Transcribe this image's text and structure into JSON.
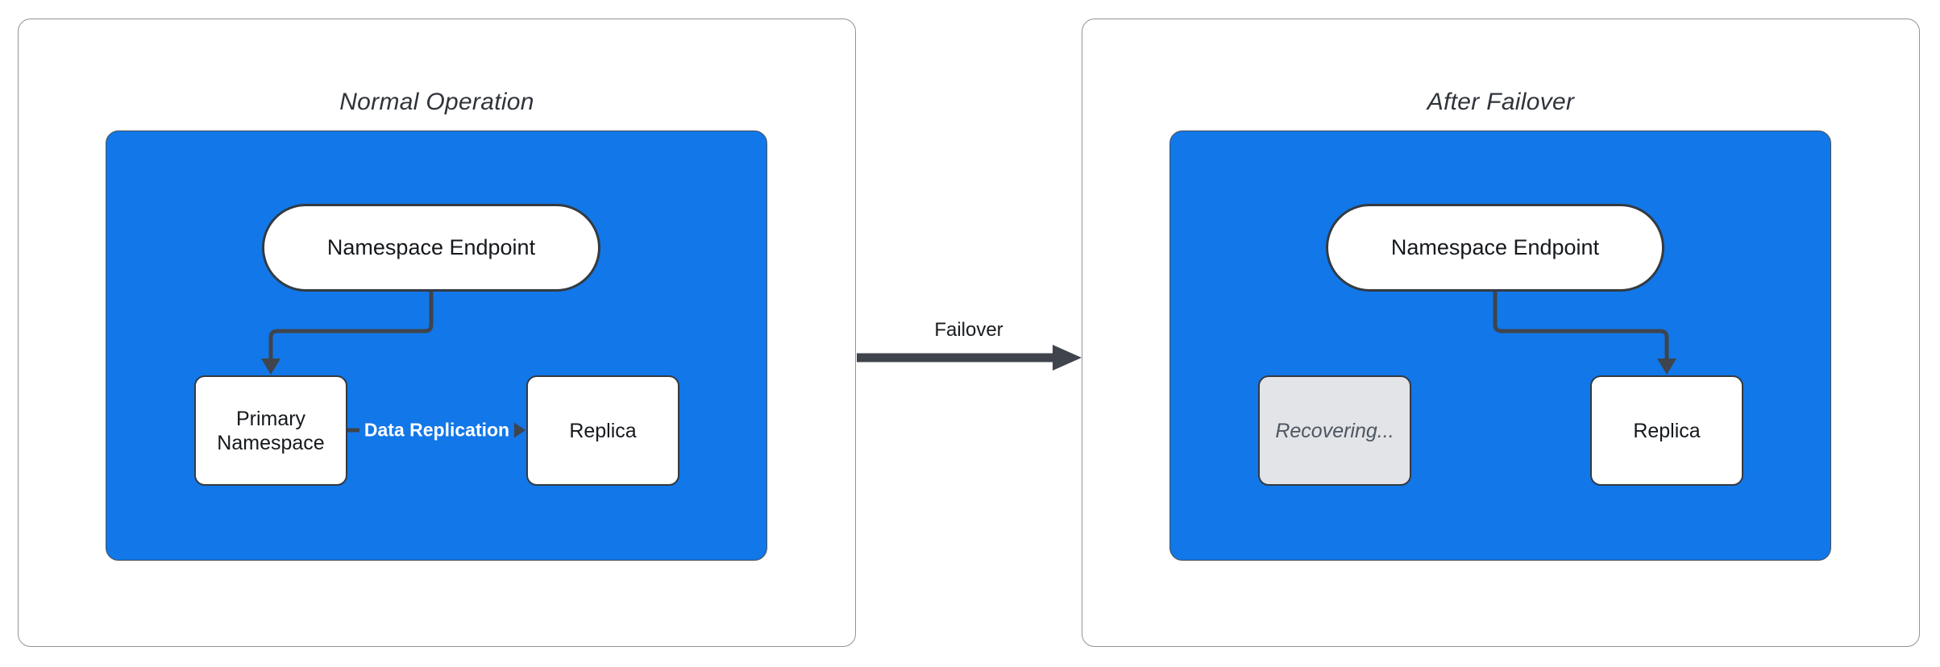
{
  "panels": {
    "normal": {
      "title": "Normal Operation",
      "endpoint_label": "Namespace Endpoint",
      "primary_label": "Primary Namespace",
      "replica_label": "Replica",
      "replication_edge_label": "Data Replication"
    },
    "failover": {
      "title": "After Failover",
      "endpoint_label": "Namespace Endpoint",
      "recovering_label": "Recovering...",
      "replica_label": "Replica"
    }
  },
  "transition": {
    "label": "Failover"
  },
  "colors": {
    "container_blue": "#1277e8",
    "edge_dark": "#3f444d",
    "node_border": "#333a41",
    "node_fill": "#ffffff",
    "recovering_fill": "#e3e4e7",
    "recovering_text": "#4d5662",
    "panel_border": "#8f9398",
    "title_text": "#2f343a",
    "edge_label_text": "#ffffff"
  }
}
